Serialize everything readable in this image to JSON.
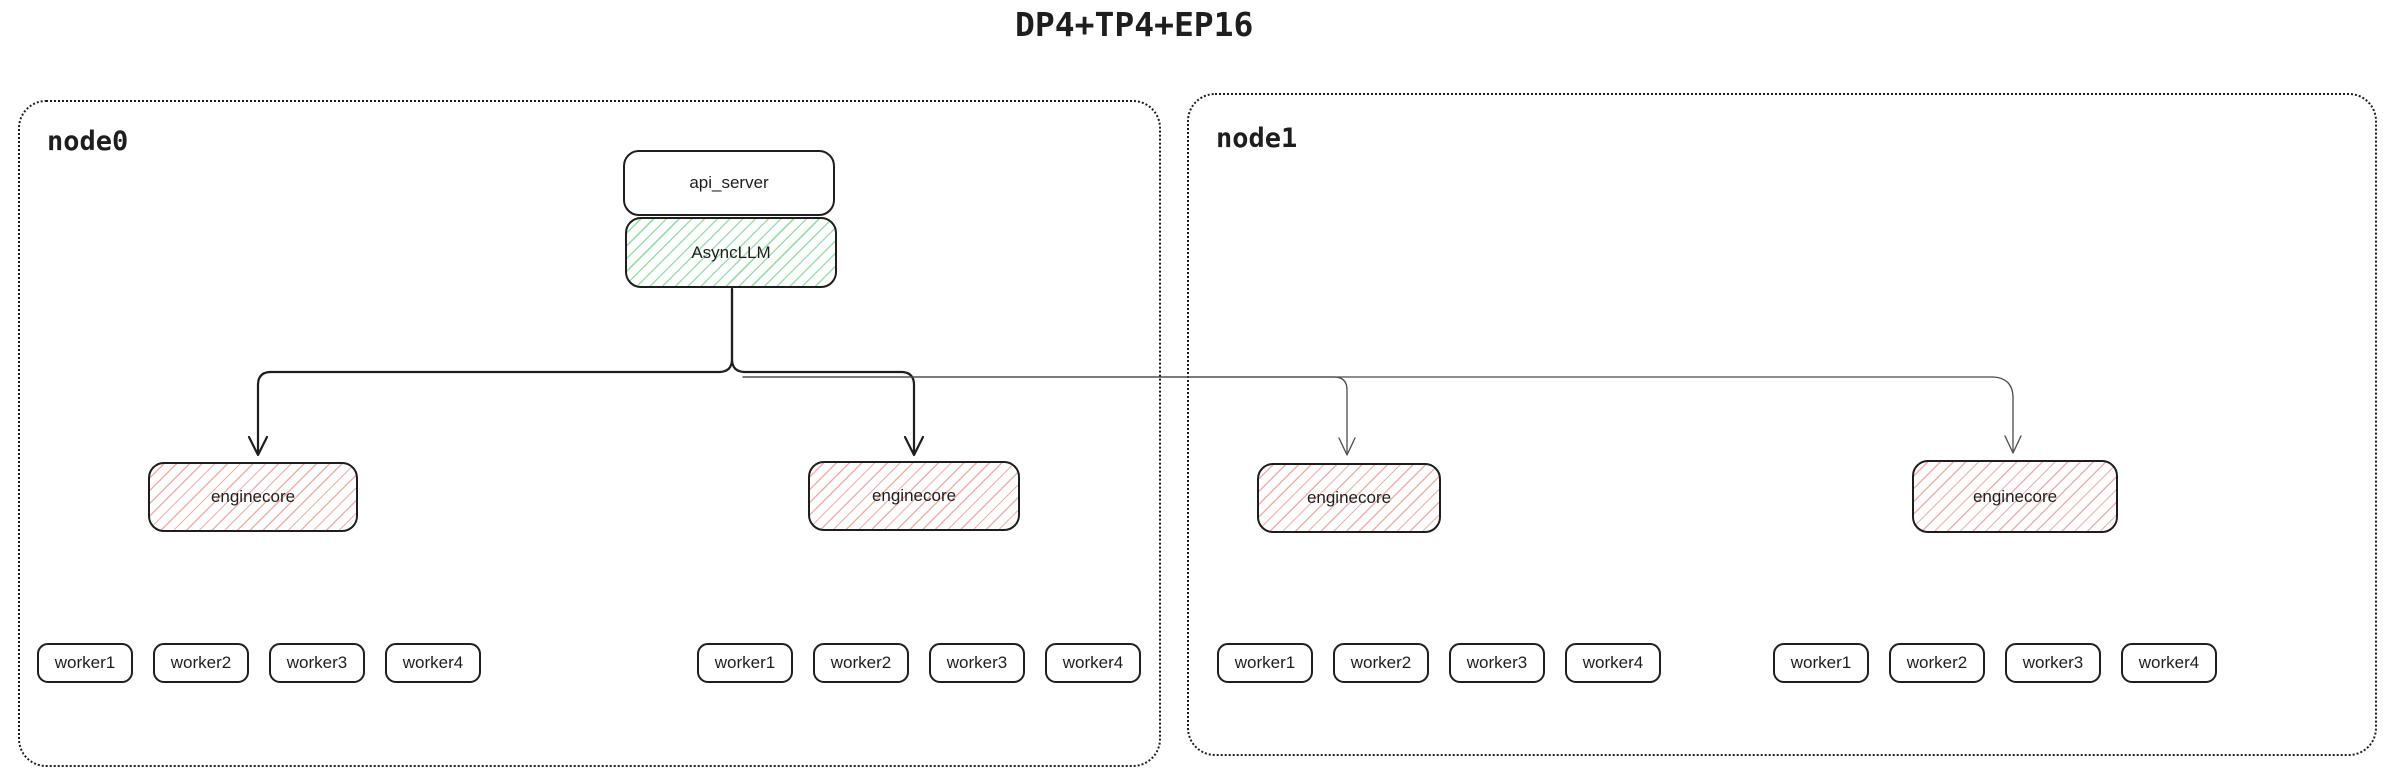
{
  "title": "DP4+TP4+EP16",
  "colors": {
    "ink": "#1e1e1e",
    "green_hatch": "#9ae2aa",
    "red_hatch": "#f3b0ab",
    "thin_line": "#4a4a4a",
    "background": "#ffffff"
  },
  "node0": {
    "label": "node0",
    "api_server_label": "api_server",
    "asyncllm_label": "AsyncLLM",
    "enginecores": [
      "enginecore",
      "enginecore"
    ],
    "worker_groups": [
      [
        "worker1",
        "worker2",
        "worker3",
        "worker4"
      ],
      [
        "worker1",
        "worker2",
        "worker3",
        "worker4"
      ]
    ]
  },
  "node1": {
    "label": "node1",
    "enginecores": [
      "enginecore",
      "enginecore"
    ],
    "worker_groups": [
      [
        "worker1",
        "worker2",
        "worker3",
        "worker4"
      ],
      [
        "worker1",
        "worker2",
        "worker3",
        "worker4"
      ]
    ]
  }
}
